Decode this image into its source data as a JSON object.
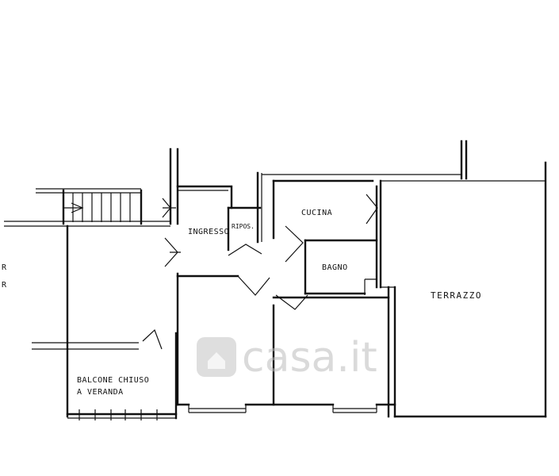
{
  "rooms": {
    "ingresso": "INGRESSO",
    "ripostiglio": "RIPOS.",
    "cucina": "CUCINA",
    "bagno": "BAGNO",
    "terrazzo": "TERRAZZO",
    "balcone_line1": "BALCONE CHIUSO",
    "balcone_line2": "A VERANDA"
  },
  "edge_marks": {
    "r1": "R",
    "r2": "R"
  },
  "watermark": {
    "text": "casa.it"
  }
}
